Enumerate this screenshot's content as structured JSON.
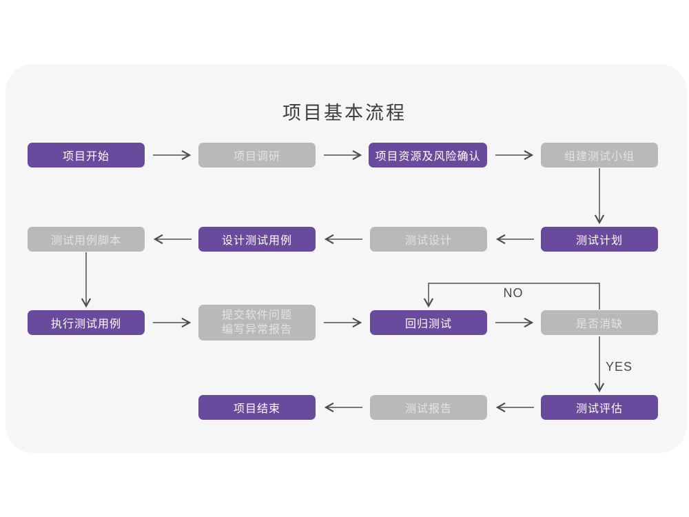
{
  "title": "项目基本流程",
  "colors": {
    "node_purple": "#6a4a9c",
    "node_gray": "#b9b9b9",
    "text_on_purple": "#ffffff",
    "text_on_gray": "#e3e3e3",
    "card_background": "#f6f6f6",
    "page_background": "#ffffff",
    "arrow": "#4d4d4d",
    "title_text": "#3c3c3c"
  },
  "nodes": [
    {
      "id": "start",
      "label": "项目开始",
      "variant": "purple"
    },
    {
      "id": "research",
      "label": "项目调研",
      "variant": "gray"
    },
    {
      "id": "resource-risk",
      "label": "项目资源及风险确认",
      "variant": "purple"
    },
    {
      "id": "build-team",
      "label": "组建测试小组",
      "variant": "gray"
    },
    {
      "id": "test-plan",
      "label": "测试计划",
      "variant": "purple"
    },
    {
      "id": "test-design",
      "label": "测试设计",
      "variant": "gray"
    },
    {
      "id": "design-cases",
      "label": "设计测试用例",
      "variant": "purple"
    },
    {
      "id": "case-script",
      "label": "测试用例脚本",
      "variant": "gray"
    },
    {
      "id": "run-cases",
      "label": "执行测试用例",
      "variant": "purple"
    },
    {
      "id": "submit-issues",
      "label_line1": "提交软件问题",
      "label_line2": "编写异常报告",
      "variant": "gray"
    },
    {
      "id": "regression-test",
      "label": "回归测试",
      "variant": "purple"
    },
    {
      "id": "defect-cleared",
      "label": "是否消缺",
      "variant": "gray"
    },
    {
      "id": "test-evaluate",
      "label": "测试评估",
      "variant": "purple"
    },
    {
      "id": "test-report",
      "label": "测试报告",
      "variant": "gray"
    },
    {
      "id": "end",
      "label": "项目结束",
      "variant": "purple"
    }
  ],
  "edge_labels": {
    "no": "NO",
    "yes": "YES"
  },
  "edges": [
    {
      "from": "项目开始",
      "to": "项目调研"
    },
    {
      "from": "项目调研",
      "to": "项目资源及风险确认"
    },
    {
      "from": "项目资源及风险确认",
      "to": "组建测试小组"
    },
    {
      "from": "组建测试小组",
      "to": "测试计划"
    },
    {
      "from": "测试计划",
      "to": "测试设计"
    },
    {
      "from": "测试设计",
      "to": "设计测试用例"
    },
    {
      "from": "设计测试用例",
      "to": "测试用例脚本"
    },
    {
      "from": "测试用例脚本",
      "to": "执行测试用例"
    },
    {
      "from": "执行测试用例",
      "to": "提交软件问题 编写异常报告"
    },
    {
      "from": "提交软件问题 编写异常报告",
      "to": "回归测试"
    },
    {
      "from": "回归测试",
      "to": "是否消缺"
    },
    {
      "from": "是否消缺",
      "to": "回归测试",
      "label": "NO"
    },
    {
      "from": "是否消缺",
      "to": "测试评估",
      "label": "YES"
    },
    {
      "from": "测试评估",
      "to": "测试报告"
    },
    {
      "from": "测试报告",
      "to": "项目结束"
    }
  ]
}
